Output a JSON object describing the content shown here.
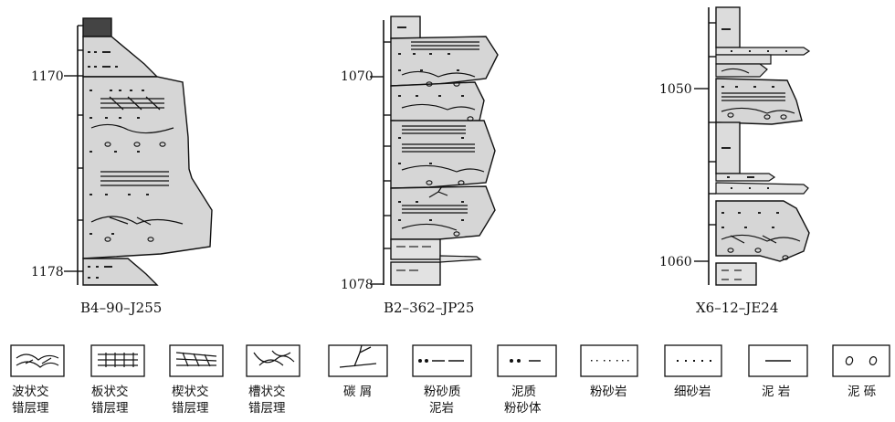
{
  "columns": [
    {
      "id": "b4",
      "title": "B4–90–J255",
      "depth_labels": [
        "1170",
        "1178"
      ]
    },
    {
      "id": "b2",
      "title": "B2–362–JP25",
      "depth_labels": [
        "1070",
        "1078"
      ]
    },
    {
      "id": "x6",
      "title": "X6–12–JE24",
      "depth_labels": [
        "1050",
        "1060"
      ]
    }
  ],
  "legend": [
    {
      "key": "wavy",
      "line1": "波状交",
      "line2": "错层理"
    },
    {
      "key": "tabular",
      "line1": "板状交",
      "line2": "错层理"
    },
    {
      "key": "wedge",
      "line1": "楔状交",
      "line2": "错层理"
    },
    {
      "key": "trough",
      "line1": "槽状交",
      "line2": "错层理"
    },
    {
      "key": "carbon",
      "line1": "碳 屑",
      "line2": ""
    },
    {
      "key": "silty-mud",
      "line1": "粉砂质",
      "line2": "泥岩"
    },
    {
      "key": "muddy-silt",
      "line1": "泥质",
      "line2": "粉砂体"
    },
    {
      "key": "siltstone",
      "line1": "粉砂岩",
      "line2": ""
    },
    {
      "key": "fine-sand",
      "line1": "细砂岩",
      "line2": ""
    },
    {
      "key": "mudstone",
      "line1": "泥 岩",
      "line2": ""
    },
    {
      "key": "mud-gravel",
      "line1": "泥 砾",
      "line2": ""
    }
  ]
}
